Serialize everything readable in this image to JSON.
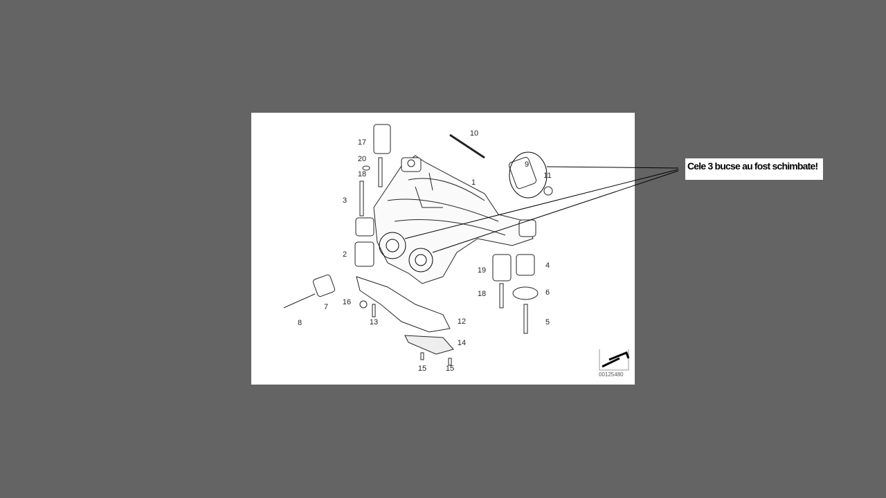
{
  "diagram": {
    "callout_text": "Cele 3 bucse au fost schimbate!",
    "diagram_number": "00125480",
    "part_labels": [
      "17",
      "20",
      "18",
      "3",
      "1",
      "10",
      "9",
      "11",
      "2",
      "19",
      "4",
      "18",
      "6",
      "5",
      "8",
      "7",
      "16",
      "13",
      "12",
      "14",
      "15",
      "15"
    ],
    "highlighted_parts": [
      "9",
      "bushing-left-front",
      "bushing-left-rear"
    ],
    "colors": {
      "background": "#646464",
      "panel": "#ffffff",
      "ink": "#222222"
    }
  }
}
